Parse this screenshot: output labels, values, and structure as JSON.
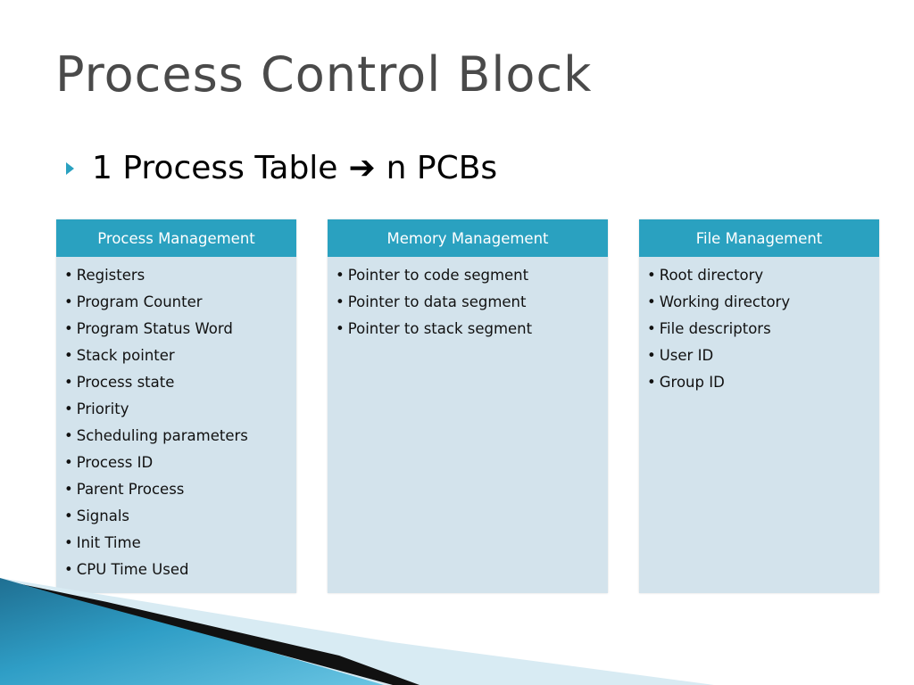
{
  "slide": {
    "title": "Process Control Block",
    "bullet": {
      "left_text": "1 Process Table",
      "arrow_glyph": "➔",
      "right_text": "n PCBs"
    },
    "accent_color": "#2aa1c0",
    "panel_body_color": "#d3e3ec",
    "panels": [
      {
        "header": "Process Management",
        "items": [
          "Registers",
          "Program Counter",
          "Program Status Word",
          "Stack pointer",
          "Process state",
          "Priority",
          "Scheduling parameters",
          "Process ID",
          "Parent Process",
          "Signals",
          "Init Time",
          "CPU Time Used"
        ]
      },
      {
        "header": "Memory Management",
        "items": [
          "Pointer to code segment",
          "Pointer to data segment",
          "Pointer to stack segment"
        ]
      },
      {
        "header": "File Management",
        "items": [
          "Root directory",
          "Working directory",
          "File descriptors",
          "User ID",
          "Group ID"
        ]
      }
    ]
  }
}
